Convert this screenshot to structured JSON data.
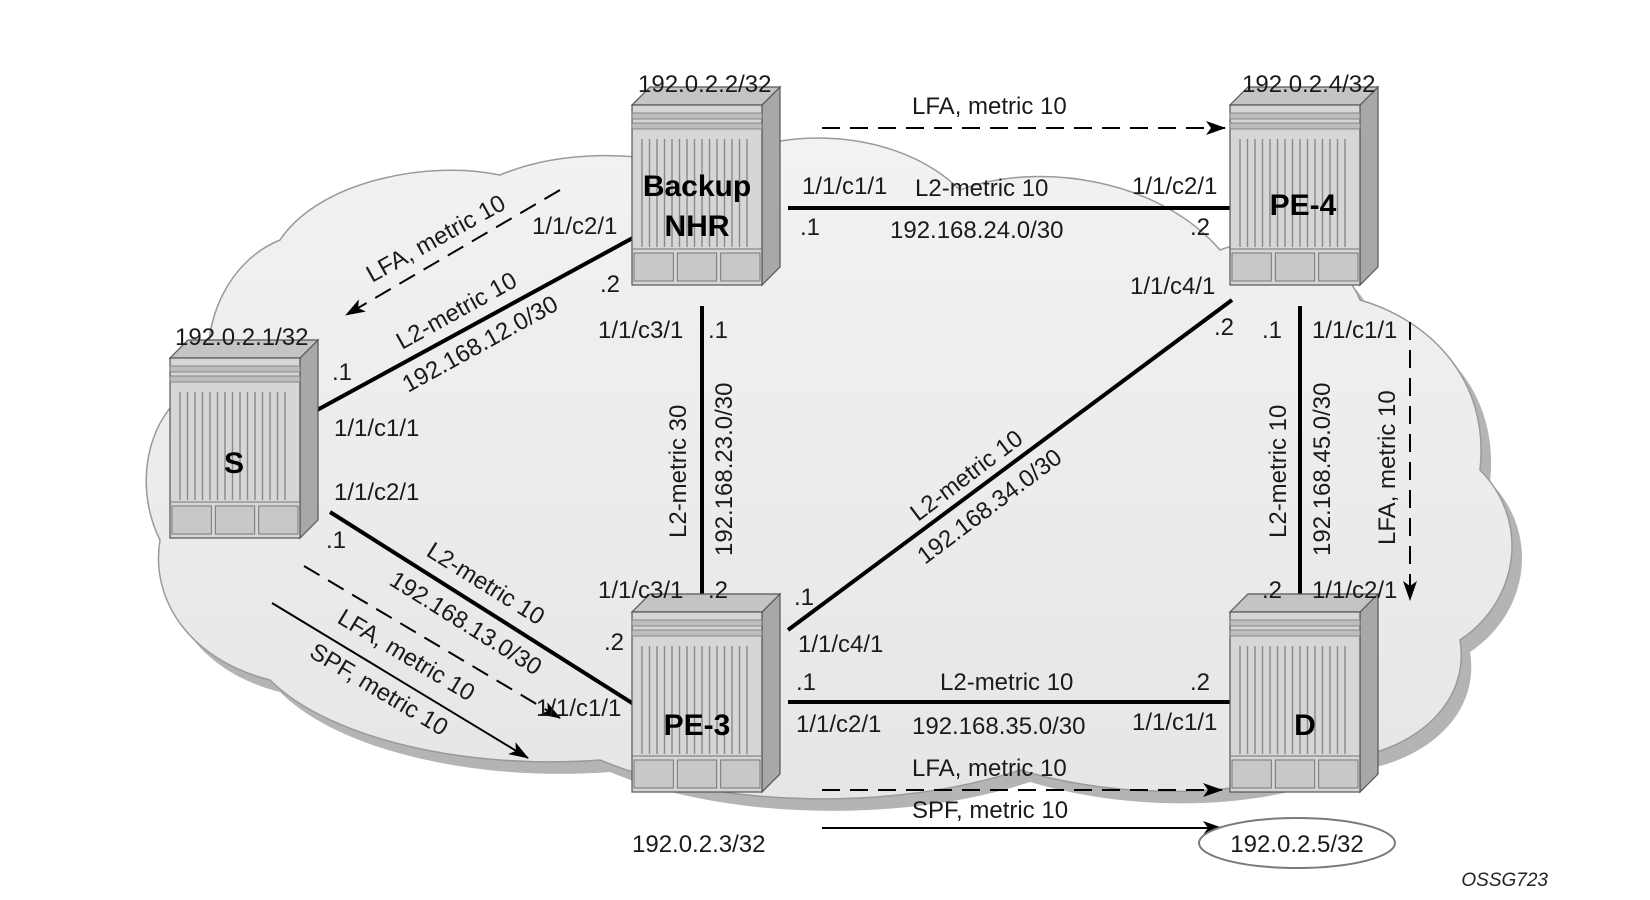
{
  "routers": {
    "s": {
      "name": "S",
      "loopback": "192.0.2.1/32"
    },
    "nhr": {
      "name_line1": "Backup",
      "name_line2": "NHR",
      "loopback": "192.0.2.2/32"
    },
    "pe3": {
      "name": "PE-3",
      "loopback": "192.0.2.3/32"
    },
    "pe4": {
      "name": "PE-4",
      "loopback": "192.0.2.4/32"
    },
    "d": {
      "name": "D",
      "loopback": "192.0.2.5/32"
    }
  },
  "links": {
    "s_nhr": {
      "metric": "L2-metric 10",
      "subnet": "192.168.12.0/30",
      "s_if": "1/1/c1/1",
      "s_addr": ".1",
      "nhr_if": "1/1/c2/1",
      "nhr_addr": ".2"
    },
    "nhr_pe4": {
      "metric": "L2-metric 10",
      "subnet": "192.168.24.0/30",
      "nhr_if": "1/1/c1/1",
      "nhr_addr": ".1",
      "pe4_if": "1/1/c2/1",
      "pe4_addr": ".2"
    },
    "nhr_pe3": {
      "metric": "L2-metric 30",
      "subnet": "192.168.23.0/30",
      "nhr_if": "1/1/c3/1",
      "nhr_addr": ".1",
      "pe3_if": "1/1/c3/1",
      "pe3_addr": ".2"
    },
    "s_pe3": {
      "metric": "L2-metric 10",
      "subnet": "192.168.13.0/30",
      "s_if": "1/1/c2/1",
      "s_addr": ".1",
      "pe3_if": "1/1/c1/1",
      "pe3_addr": ".2"
    },
    "pe3_pe4": {
      "metric": "L2-metric 10",
      "subnet": "192.168.34.0/30",
      "pe3_if": "1/1/c4/1",
      "pe3_addr": ".1",
      "pe4_if": "1/1/c4/1",
      "pe4_addr": ".2"
    },
    "pe4_d": {
      "metric": "L2-metric 10",
      "subnet": "192.168.45.0/30",
      "pe4_if": "1/1/c1/1",
      "pe4_addr": ".1",
      "d_if": "1/1/c2/1",
      "d_addr": ".2"
    },
    "pe3_d": {
      "metric": "L2-metric 10",
      "subnet": "192.168.35.0/30",
      "pe3_if": "1/1/c2/1",
      "pe3_addr": ".1",
      "d_if": "1/1/c1/1",
      "d_addr": ".2"
    }
  },
  "paths": {
    "lfa_nhr_pe4": "LFA, metric 10",
    "lfa_nhr_s": "LFA, metric 10",
    "lfa_pe4_d": "LFA, metric 10",
    "lfa_s_pe3": "LFA, metric 10",
    "spf_s_pe3": "SPF, metric 10",
    "lfa_pe3_d": "LFA, metric 10",
    "spf_pe3_d": "SPF, metric 10"
  },
  "figure_id": "OSSG723",
  "colors": {
    "cloud_fill": "#ececec",
    "cloud_shadow": "#b4b4b4",
    "router_body": "#d6d6d6",
    "router_side": "#a8a8a8",
    "router_top": "#c4c4c4",
    "link": "#000000"
  }
}
